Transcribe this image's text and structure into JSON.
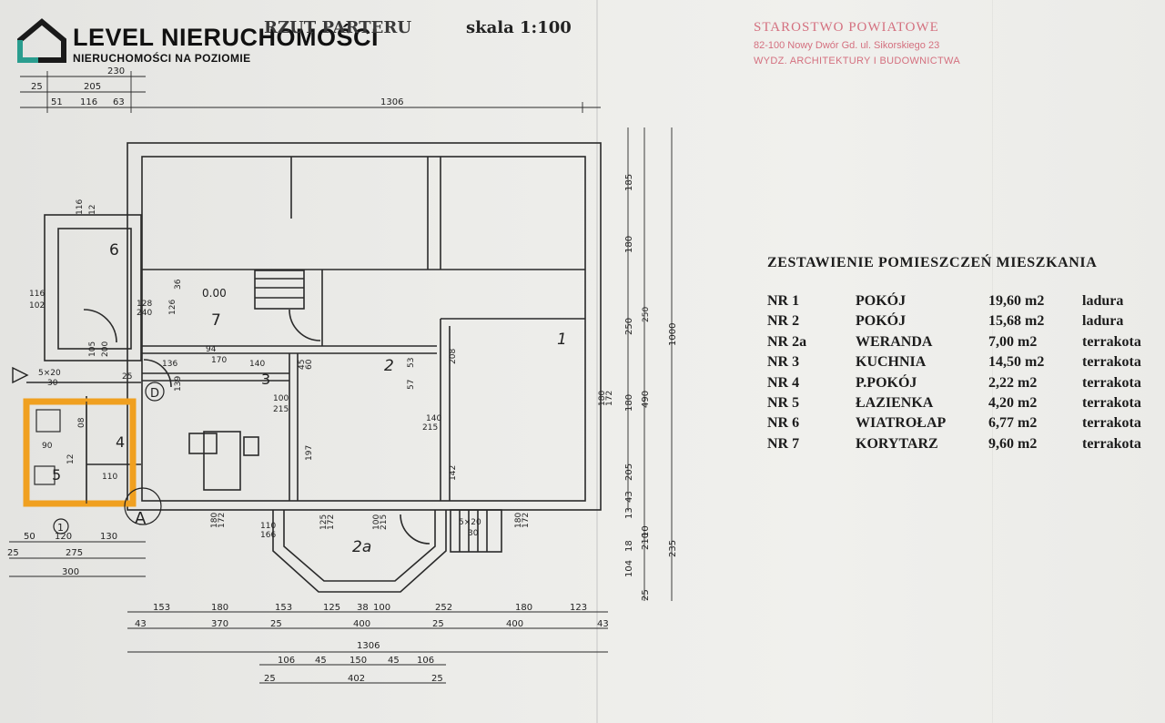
{
  "logo": {
    "title": "LEVEL NIERUCHOMOŚCI",
    "subtitle": "NIERUCHOMOŚCI NA POZIOMIE",
    "brand_color": "#2a9d8f"
  },
  "drawing": {
    "title": "RZUT PARTERU",
    "scale": "skala   1:100"
  },
  "stamp": {
    "line1": "STAROSTWO POWIATOWE",
    "line2": "82-100 Nowy Dwór Gd. ul. Sikorskiego 23",
    "line3": "WYDZ. ARCHITEKTURY I BUDOWNICTWA",
    "color": "#d4707f"
  },
  "schedule": {
    "title": "ZESTAWIENIE POMIESZCZEŃ MIESZKANIA",
    "rows": [
      {
        "nr": "NR 1",
        "name": "POKÓJ",
        "area": "19,60 m2",
        "floor": "ladura"
      },
      {
        "nr": "NR 2",
        "name": "POKÓJ",
        "area": "15,68 m2",
        "floor": "ladura"
      },
      {
        "nr": "NR 2a",
        "name": "WERANDA",
        "area": "7,00 m2",
        "floor": "terrakota"
      },
      {
        "nr": "NR 3",
        "name": "KUCHNIA",
        "area": "14,50 m2",
        "floor": "terrakota"
      },
      {
        "nr": "NR 4",
        "name": "P.POKÓJ",
        "area": "2,22 m2",
        "floor": "terrakota"
      },
      {
        "nr": "NR 5",
        "name": "ŁAZIENKA",
        "area": "4,20 m2",
        "floor": "terrakota"
      },
      {
        "nr": "NR 6",
        "name": "WIATROŁAP",
        "area": "6,77 m2",
        "floor": "terrakota"
      },
      {
        "nr": "NR 7",
        "name": "KORYTARZ",
        "area": "9,60 m2",
        "floor": "terrakota"
      }
    ]
  },
  "plan": {
    "highlight_color": "#f0a020",
    "room_labels": {
      "r1": "1",
      "r2": "2",
      "r2a": "2a",
      "r3": "3",
      "r4": "4",
      "r5": "5",
      "r6": "6",
      "r7": "7"
    },
    "level": "0.00",
    "axis_a": "A",
    "axis_d": "D",
    "axis_1": "1",
    "dims_top": {
      "d230": "230",
      "d25": "25",
      "d205": "205",
      "d51": "51",
      "d116": "116",
      "d63": "63",
      "d1306": "1306"
    },
    "dims_bottom_left": {
      "d50": "50",
      "d120": "120",
      "d130": "130",
      "d25": "25",
      "d275": "275",
      "d300": "300"
    },
    "dims_bottom": {
      "row1": [
        "153",
        "180",
        "153",
        "125",
        "38",
        "100",
        "252",
        "180",
        "123"
      ],
      "row2": [
        "43",
        "370",
        "25",
        "400",
        "25",
        "400",
        "43"
      ],
      "total": "1306",
      "row3": [
        "106",
        "45",
        "150",
        "45",
        "106"
      ],
      "row4": [
        "25",
        "402",
        "25"
      ]
    },
    "dims_right": {
      "d185": "185",
      "d180": "180",
      "d250": "250",
      "d1000": "1000",
      "d490": "490",
      "d205": "205",
      "d43": "43",
      "d235": "235",
      "d210": "210",
      "d18": "18",
      "d104": "104",
      "d25": "25",
      "d13": "13",
      "d10": "10",
      "d180b": "180"
    },
    "dims_inner": {
      "d116a": "116",
      "d12a": "12",
      "d116b": "116",
      "d102": "102",
      "d128": "128",
      "d240": "240",
      "d36": "36",
      "d126": "126",
      "d105": "105",
      "d200": "200",
      "d94": "94",
      "d170": "170",
      "d136": "136",
      "d140": "140",
      "d139": "139",
      "d60": "60",
      "d100": "100",
      "d45": "45",
      "d53": "53",
      "d57": "57",
      "d208": "208",
      "d215": "215",
      "d197": "197",
      "d142": "142",
      "d140b": "140",
      "d215b": "215",
      "d180c": "180",
      "d172": "172",
      "d5x20": "5×20",
      "d30": "30",
      "d25b": "25",
      "d90": "90",
      "d08": "08",
      "d12b": "12",
      "d110": "110",
      "d180d": "180",
      "d172b": "172",
      "d110b": "110",
      "d166": "166",
      "d125": "125",
      "d172c": "172",
      "d100b": "100",
      "d215c": "215",
      "d180e": "180",
      "d172d": "172",
      "d250": "250",
      "d25c": "25"
    }
  }
}
